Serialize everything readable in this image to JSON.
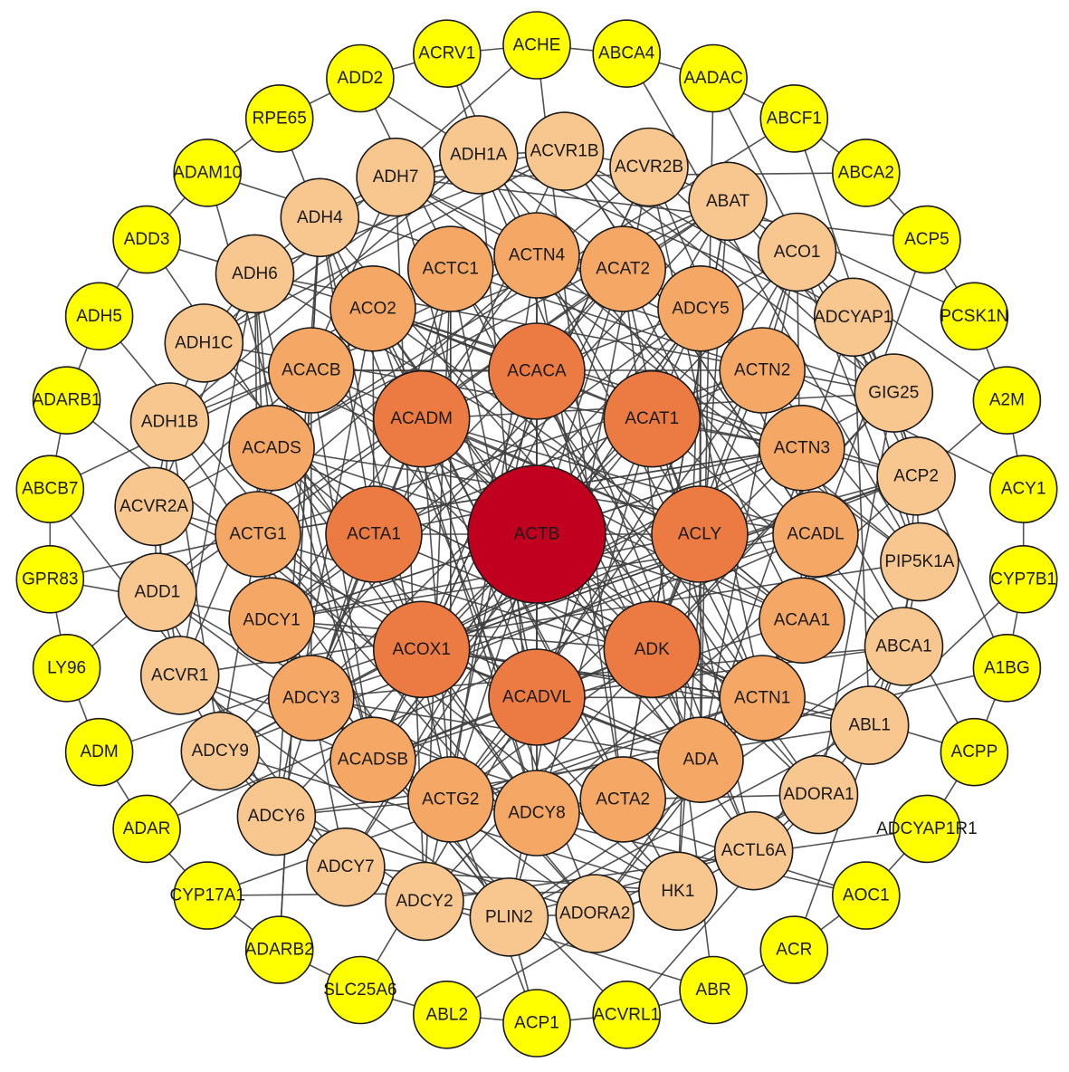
{
  "colors": {
    "center": "#c0001e",
    "inner": "#ec7b43",
    "middle": "#f5a865",
    "outer": "#f8c68f",
    "periphery": "#ffff00",
    "edge": "#3f3f3f",
    "stroke": "#1a1a1a"
  },
  "network": {
    "center": [
      "ACTB"
    ],
    "inner": [
      "ACACA",
      "ACAT1",
      "ACLY",
      "ADK",
      "ACADVL",
      "ACOX1",
      "ACTA1",
      "ACADM"
    ],
    "middle": [
      "ACTN4",
      "ACAT2",
      "ADCY5",
      "ACTN2",
      "ACTN3",
      "ACADL",
      "ACAA1",
      "ACTN1",
      "ADA",
      "ACTA2",
      "ADCY8",
      "ACTG2",
      "ACADSB",
      "ADCY3",
      "ADCY1",
      "ACTG1",
      "ACADS",
      "ACACB",
      "ACO2",
      "ACTC1"
    ],
    "outer": [
      "ACVR2B",
      "ABAT",
      "ACO1",
      "ADCYAP1",
      "GIG25",
      "ACP2",
      "PIP5K1A",
      "ABCA1",
      "ABL1",
      "ADORA1",
      "ACTL6A",
      "HK1",
      "ADORA2",
      "PLIN2",
      "ADCY2",
      "ADCY7",
      "ADCY6",
      "ADCY9",
      "ACVR1",
      "ADD1",
      "ACVR2A",
      "ADH1B",
      "ADH1C",
      "ADH6",
      "ADH4",
      "ADH7",
      "ADH1A",
      "ACVR1B"
    ],
    "periphery": [
      "ACHE",
      "ABCA4",
      "AADAC",
      "ABCF1",
      "ABCA2",
      "ACP5",
      "PCSK1N",
      "A2M",
      "ACY1",
      "CYP7B1",
      "A1BG",
      "ACPP",
      "ADCYAP1R1",
      "AOC1",
      "ACR",
      "ABR",
      "ACVRL1",
      "ACP1",
      "ABL2",
      "SLC25A6",
      "ADARB2",
      "CYP17A1",
      "ADAR",
      "ADM",
      "LY96",
      "GPR83",
      "ABCB7",
      "ADARB1",
      "ADH5",
      "ADD3",
      "ADAM10",
      "RPE65",
      "ADD2",
      "ACRV1"
    ]
  }
}
